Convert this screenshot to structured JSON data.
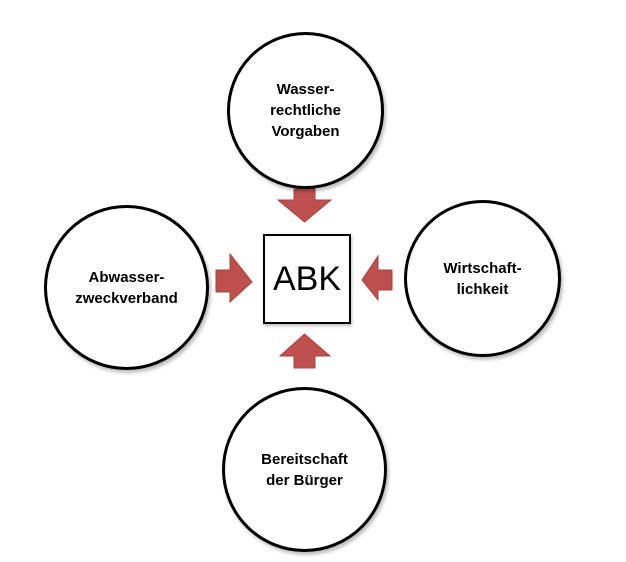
{
  "center": {
    "label": "ABK"
  },
  "nodes": {
    "top": {
      "label": "Wasser-\nrechtliche\nVorgaben"
    },
    "left": {
      "label": "Abwasser-\nzweckverband"
    },
    "right": {
      "label": "Wirtschaft-\nlichkeit"
    },
    "bottom": {
      "label": "Bereitschaft\nder Bürger"
    }
  },
  "colors": {
    "arrow": "#c0504d",
    "stroke": "#000000"
  }
}
